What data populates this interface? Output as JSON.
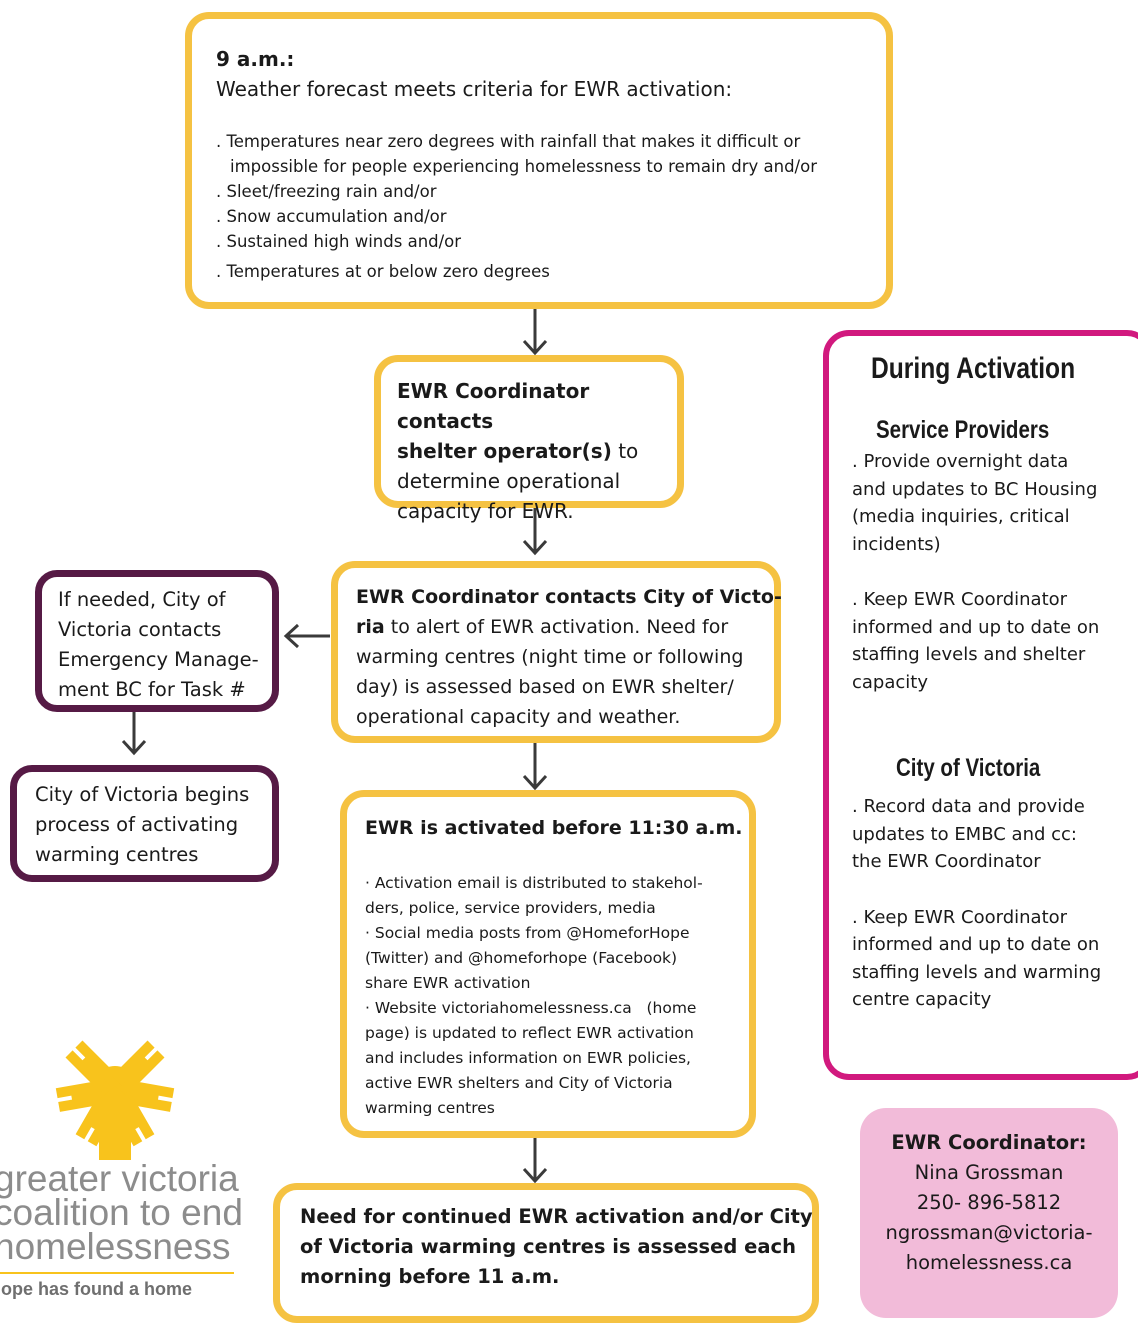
{
  "box1": {
    "title": "9 a.m.:",
    "subtitle": "Weather forecast meets criteria for EWR activation:",
    "bullets": [
      ". Temperatures near zero degrees with rainfall that makes it difficult or",
      "  impossible for people experiencing homelessness to remain dry and/or",
      ". Sleet/freezing rain and/or",
      ". Snow accumulation and/or",
      ". Sustained high winds and/or",
      ". Temperatures at or below zero degrees"
    ]
  },
  "box2": {
    "lines": [
      "EWR Coordinator contacts",
      "shelter operator(s)",
      " to",
      "determine operational",
      "capacity for EWR."
    ]
  },
  "box3": {
    "bold1": "EWR Coordinator contacts City of Victo-",
    "bold2": "ria",
    "l2rest": " to alert of EWR activation. Need for",
    "l3": "warming centres (night time or following",
    "l4": "day) is assessed based on EWR shelter/",
    "l5": "operational capacity and weather."
  },
  "box4": {
    "title": "EWR is activated before 11:30 a.m.",
    "lines": [
      "· Activation email is distributed to stakehol-",
      "ders, police, service providers, media",
      "· Social media posts from @HomeforHope",
      "(Twitter) and @homeforhope (Facebook)",
      "share EWR activation",
      "· Website victoriahomelessness.ca   (home",
      "page) is updated to reflect EWR activation",
      "and includes information on EWR policies,",
      "active EWR shelters and City of Victoria",
      "warming centres"
    ]
  },
  "box5": {
    "lines": [
      "Need for continued EWR activation and/or City",
      "of Victoria warming centres is assessed each",
      "morning before 11 a.m."
    ]
  },
  "left1": {
    "lines": [
      "If needed, City of",
      "Victoria contacts",
      "Emergency Manage-",
      "ment BC for Task #"
    ]
  },
  "left2": {
    "lines": [
      "City of Victoria begins",
      "process of activating",
      "warming centres"
    ]
  },
  "during": {
    "title": "During Activation",
    "sp_heading": "Service Providers",
    "sp_a": [
      ". Provide overnight data",
      "and updates to BC Housing",
      "(media inquiries, critical",
      "incidents)"
    ],
    "sp_b": [
      ". Keep EWR Coordinator",
      "informed and up to date on",
      "staffing levels and shelter",
      "capacity"
    ],
    "cv_heading": "City of Victoria",
    "cv_a": [
      ". Record data and provide",
      "updates to EMBC and cc:",
      "the EWR Coordinator"
    ],
    "cv_b": [
      ". Keep EWR Coordinator",
      "informed and up to date on",
      "staffing levels and warming",
      "centre capacity"
    ]
  },
  "contact": {
    "label": "EWR Coordinator:",
    "name": "Nina Grossman",
    "phone": "250- 896-5812",
    "email1": "ngrossman@victoria-",
    "email2": "homelessness.ca"
  },
  "logo": {
    "line1": "greater victoria",
    "line2": "coalition to end",
    "line3": "homelessness",
    "tagline": "hope has found a home"
  },
  "colors": {
    "yellow": "#f5c242",
    "purple": "#561a45",
    "magenta": "#d1197e",
    "pink": "#f2bbd9",
    "logo": "#f8c31c"
  }
}
